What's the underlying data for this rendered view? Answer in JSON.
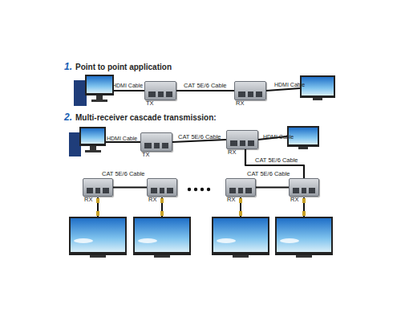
{
  "diagram": {
    "nodes": [
      {
        "text": [
          "TX"
        ]
      },
      {
        "text": [
          "RX"
        ]
      },
      {
        "text": [
          "TX"
        ]
      },
      {
        "text": [
          "RX"
        ]
      },
      {
        "text": [
          "RX"
        ]
      },
      {
        "text": [
          "RX"
        ]
      },
      {
        "text": [
          "RX"
        ]
      },
      {
        "text": [
          "RX"
        ]
      }
    ],
    "edges": [
      {
        "from": 0,
        "to": 1,
        "label": "CAT 5E/6 Cable",
        "arrow": "none"
      },
      {
        "from": 2,
        "to": 3,
        "label": "CAT 5E/6 Cable",
        "arrow": "none"
      },
      {
        "from": 3,
        "to": 7,
        "label": "CAT 5E/6 Cable",
        "arrow": "none"
      },
      {
        "from": 4,
        "to": 5,
        "label": "CAT 5E/6 Cable",
        "arrow": "none"
      },
      {
        "from": 6,
        "to": 7,
        "label": "CAT 5E/6 Cable",
        "arrow": "none"
      }
    ],
    "labels": [
      "1.",
      "Point to point application",
      "HDMI Cable",
      "HDMI Cable",
      "2.",
      "Multi-receiver cascade transmission:",
      "HDMI Cable",
      "HDMI Cable"
    ]
  }
}
